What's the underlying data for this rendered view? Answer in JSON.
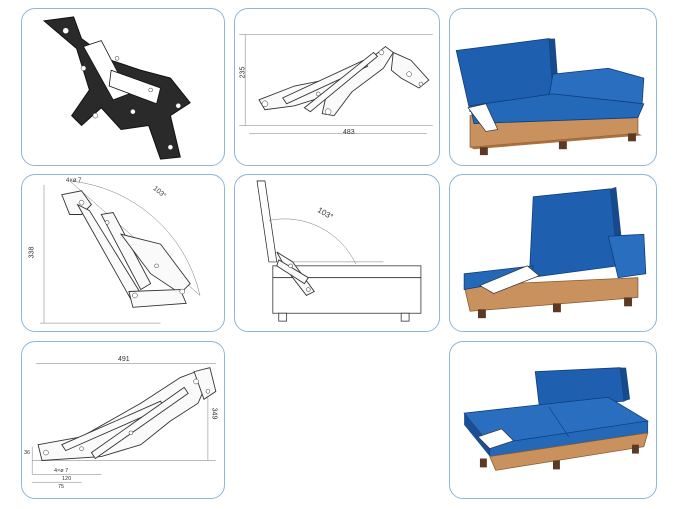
{
  "panels": {
    "p2": {
      "width_label": "483",
      "height_label": "235"
    },
    "p4": {
      "angle_label": "103°",
      "height_label": "338",
      "hole_label": "4×ø 7"
    },
    "p5": {
      "angle_label": "103°"
    },
    "p7": {
      "width_label": "491",
      "height_label": "349",
      "hole_label": "4×ø 7",
      "dim_a": "120",
      "dim_b": "75",
      "dim_c": "36"
    }
  },
  "colors": {
    "border": "#8fb6d6",
    "sofa_blue": "#1f5fb0",
    "sofa_base": "#c9915e",
    "metal": "#2a2a2a"
  }
}
